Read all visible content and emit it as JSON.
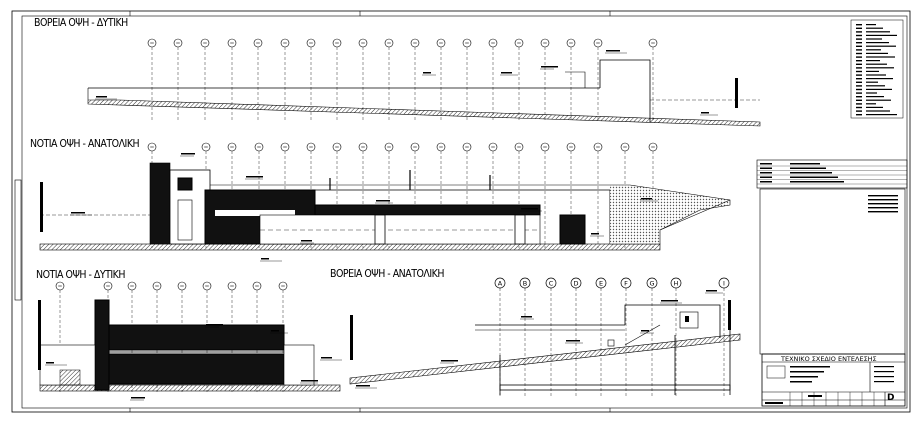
{
  "views": {
    "north_west": "ΒΟΡΕΙΑ ΟΨΗ - ΔΥΤΙΚΗ",
    "south_east": "ΝΟΤΙΑ ΟΨΗ - ΑΝΑΤΟΛΙΚΗ",
    "south_west": "ΝΟΤΙΑ ΟΨΗ - ΔΥΤΙΚΗ",
    "north_east": "ΒΟΡΕΙΑ ΟΨΗ - ΑΝΑΤΟΛΙΚΗ"
  },
  "grid_markers": {
    "north_east": [
      "A",
      "B",
      "C",
      "D",
      "E",
      "F",
      "G",
      "H",
      "I"
    ]
  },
  "title_block": {
    "heading": "ΤΕΧΝΙΚΟ ΣΧΕΔΙΟ ΕΝΤΕΛΕΣΗΣ",
    "sheet_code": "D"
  },
  "colors": {
    "line": "#000000",
    "background": "#ffffff",
    "hatch": "#9a9a9a"
  }
}
